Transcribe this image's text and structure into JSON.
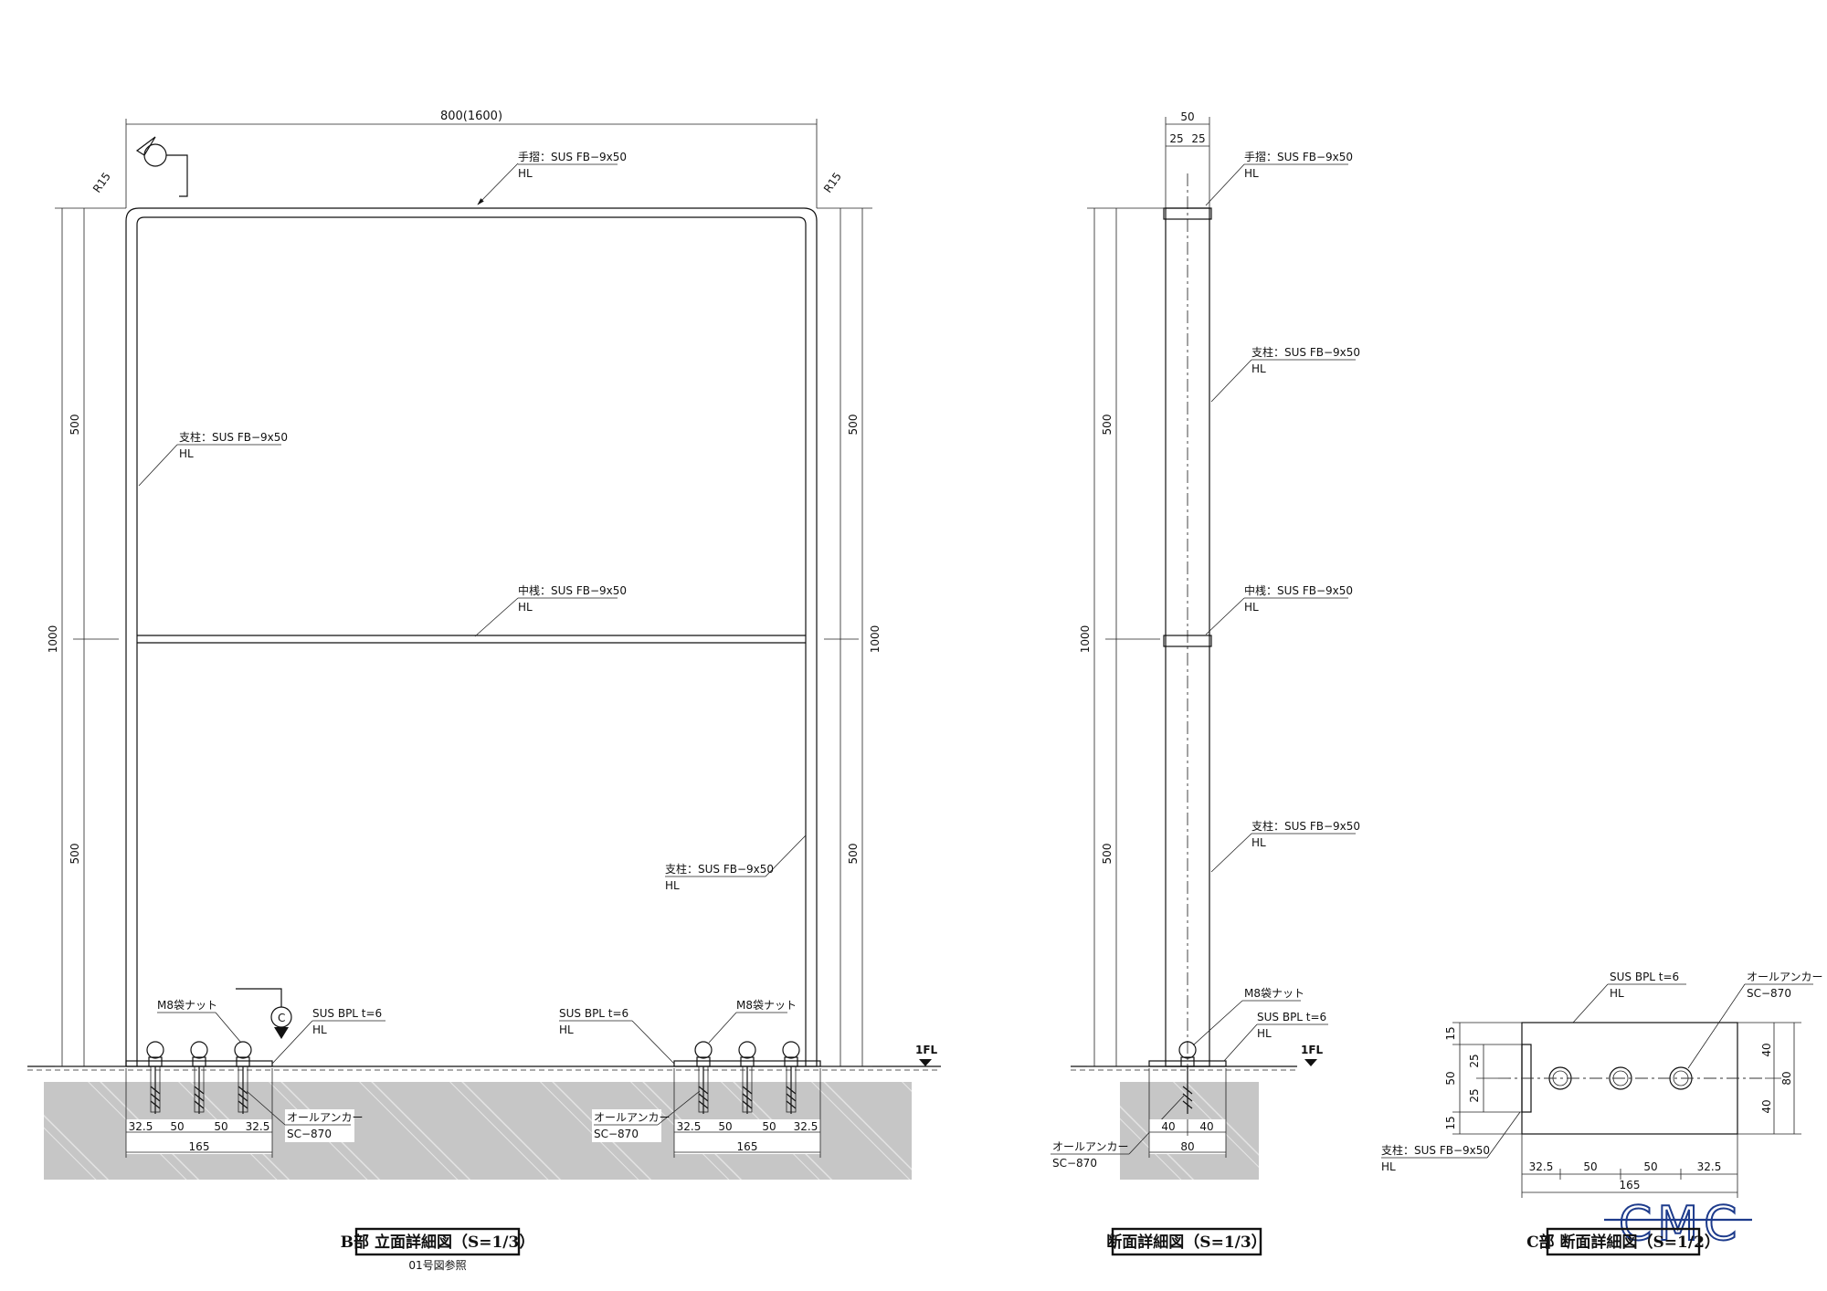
{
  "elevation": {
    "width_dim": "800(1600)",
    "corner_radius_left": "R15",
    "corner_radius_right": "R15",
    "heights": {
      "upper": "500",
      "lower": "500",
      "total": "1000"
    },
    "handrail": {
      "name": "手摺：SUS FB−9x50",
      "finish": "HL"
    },
    "post_left": {
      "name": "支柱：SUS FB−9x50",
      "finish": "HL"
    },
    "post_right": {
      "name": "支柱：SUS FB−9x50",
      "finish": "HL"
    },
    "mid_rail": {
      "name": "中桟：SUS FB−9x50",
      "finish": "HL"
    },
    "nut_left": "M8袋ナット",
    "nut_right": "M8袋ナット",
    "plate_left": {
      "name": "SUS BPL t=6",
      "finish": "HL"
    },
    "plate_right": {
      "name": "SUS BPL t=6",
      "finish": "HL"
    },
    "anchor_left": {
      "name": "オールアンカー",
      "code": "SC−870"
    },
    "anchor_right": {
      "name": "オールアンカー",
      "code": "SC−870"
    },
    "base_dims_left": [
      "32.5",
      "50",
      "50",
      "32.5"
    ],
    "base_dims_right": [
      "32.5",
      "50",
      "50",
      "32.5"
    ],
    "base_total_left": "165",
    "base_total_right": "165",
    "floor_label": "1FL",
    "section_mark": "C",
    "title": "B部 立面詳細図（S=1/3）",
    "note": "01号図参照"
  },
  "section": {
    "width_dim": "50",
    "half_dims": [
      "25",
      "25"
    ],
    "heights": {
      "upper": "500",
      "lower": "500",
      "total": "1000"
    },
    "handrail": {
      "name": "手摺：SUS FB−9x50",
      "finish": "HL"
    },
    "post_upper": {
      "name": "支柱：SUS FB−9x50",
      "finish": "HL"
    },
    "mid_rail": {
      "name": "中桟：SUS FB−9x50",
      "finish": "HL"
    },
    "post_lower": {
      "name": "支柱：SUS FB−9x50",
      "finish": "HL"
    },
    "nut": "M8袋ナット",
    "plate": {
      "name": "SUS BPL t=6",
      "finish": "HL"
    },
    "anchor": {
      "name": "オールアンカー",
      "code": "SC−870"
    },
    "base_dims": [
      "40",
      "40"
    ],
    "base_total": "80",
    "floor_label": "1FL",
    "title": "断面詳細図（S=1/3）"
  },
  "detail_c": {
    "plate": {
      "name": "SUS BPL t=6",
      "finish": "HL"
    },
    "anchor": {
      "name": "オールアンカー",
      "code": "SC−870"
    },
    "post": {
      "name": "支柱：SUS FB−9x50",
      "finish": "HL"
    },
    "left_dims": [
      "15",
      "25",
      "25",
      "15"
    ],
    "left_mid": "50",
    "right_dims": [
      "40",
      "40"
    ],
    "right_total": "80",
    "bottom_dims": [
      "32.5",
      "50",
      "50",
      "32.5"
    ],
    "bottom_total": "165",
    "title": "C部 断面詳細図（S=1/2）"
  },
  "logo": {
    "text": "CMC",
    "color": "#1d3b8c"
  }
}
